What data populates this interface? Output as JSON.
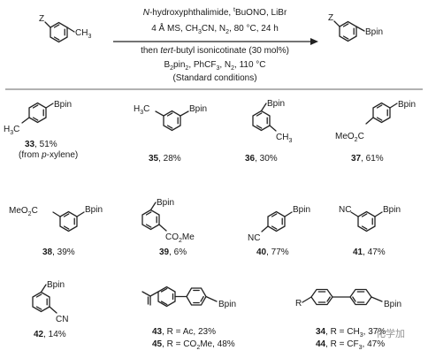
{
  "scheme": {
    "reactant": {
      "sub": "Z",
      "group": "CH",
      "group_sub": "3"
    },
    "product": {
      "sub": "Z",
      "group": "Bpin"
    },
    "conditions_above": [
      {
        "it1": "N",
        "t1": "-hydroxyphthalimide, ",
        "sup": "t",
        "t2": "BuONO, LiBr"
      },
      {
        "t1": "4 Å MS, CH",
        "s1": "3",
        "t2": "CN, N",
        "s2": "2",
        "t3": ", 80 °C, 24 h"
      }
    ],
    "conditions_below": [
      {
        "t1": "then ",
        "it": "tert",
        "t2": "-butyl isonicotinate (30 mol%)"
      },
      {
        "t1": "B",
        "s1": "2",
        "t2": "pin",
        "s2": "2",
        "t3": ", PhCF",
        "s3": "3",
        "t4": ", N",
        "s4": "2",
        "t5": ", 110 °C"
      },
      {
        "t1": "(Standard conditions)"
      }
    ]
  },
  "products": [
    {
      "id": "33",
      "yield": ", 51%",
      "note_pre": "(from ",
      "note_it": "p",
      "note_post": "-xylene)",
      "labels": [
        "Bpin",
        "H",
        "3",
        "C"
      ]
    },
    {
      "id": "35",
      "yield": ", 28%",
      "labels": [
        "H",
        "3",
        "C",
        "Bpin"
      ]
    },
    {
      "id": "36",
      "yield": ", 30%",
      "labels": [
        "Bpin",
        "CH",
        "3"
      ]
    },
    {
      "id": "37",
      "yield": ", 61%",
      "labels": [
        "Bpin",
        "MeO",
        "2",
        "C"
      ]
    },
    {
      "id": "38",
      "yield": ", 39%",
      "labels": [
        "MeO",
        "2",
        "C",
        "Bpin"
      ]
    },
    {
      "id": "39",
      "yield": ", 6%",
      "labels": [
        "Bpin",
        "CO",
        "2",
        "Me"
      ]
    },
    {
      "id": "40",
      "yield": ", 77%",
      "labels": [
        "Bpin",
        "NC"
      ]
    },
    {
      "id": "41",
      "yield": ", 47%",
      "labels": [
        "NC",
        "Bpin"
      ]
    },
    {
      "id": "42",
      "yield": ", 14%",
      "labels": [
        "Bpin",
        "CN"
      ]
    }
  ],
  "biaryls": {
    "left": {
      "label": "Bpin",
      "lines": [
        {
          "id": "43",
          "text": ", R = Ac, 23%"
        },
        {
          "id": "45",
          "pre": ", R = CO",
          "sub": "2",
          "post": "Me, 48%"
        }
      ]
    },
    "right": {
      "r_label": "R",
      "label": "Bpin",
      "lines": [
        {
          "id": "34",
          "pre": ", R = CH",
          "sub": "3",
          "post": ", 37%"
        },
        {
          "id": "44",
          "pre": ", R = CF",
          "sub": "3",
          "post": ", 47%"
        }
      ]
    }
  },
  "watermark": "化学加"
}
